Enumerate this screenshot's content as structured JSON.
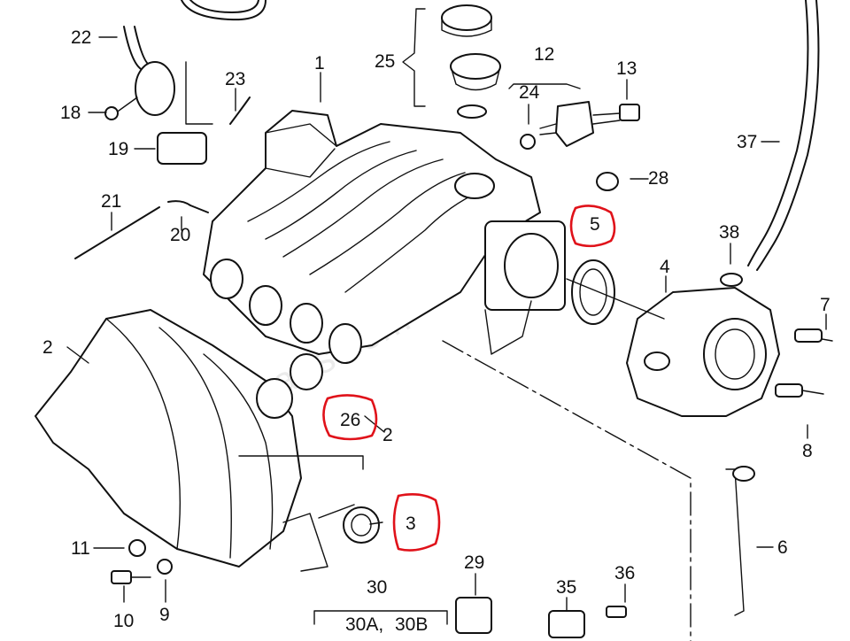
{
  "diagram": {
    "callouts": {
      "c1": "1",
      "c2a": "2",
      "c2b": "2",
      "c3": "3",
      "c4": "4",
      "c5": "5",
      "c6": "6",
      "c7": "7",
      "c8": "8",
      "c9": "9",
      "c10": "10",
      "c11": "11",
      "c12": "12",
      "c13": "13",
      "c18": "18",
      "c19": "19",
      "c20": "20",
      "c21": "21",
      "c22": "22",
      "c23": "23",
      "c24": "24",
      "c25": "25",
      "c26": "26",
      "c28": "28",
      "c29": "29",
      "c30": "30",
      "c30a": "30A,",
      "c30b": "30B",
      "c35": "35",
      "c36": "36",
      "c37": "37",
      "c38": "38"
    },
    "highlighted": [
      "3",
      "5",
      "26"
    ],
    "highlight_color": "#e0121a",
    "line_color": "#111111",
    "watermark": "carl-parts.com"
  }
}
